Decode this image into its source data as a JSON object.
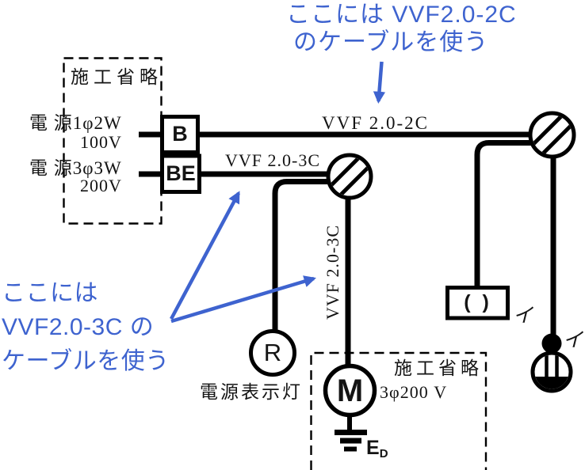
{
  "annotation_color": "#3e63cf",
  "annotations": {
    "top": {
      "line1": "ここには VVF2.0-2C",
      "line2": "のケーブルを使う"
    },
    "bottom_left": {
      "line1": "ここには",
      "line2": "VVF2.0-3C の",
      "line3": "ケーブルを使う",
      "all": "ここには\nVVF2.0-3C の\nケーブルを使う"
    }
  },
  "source_panel": {
    "title": "施工省略",
    "source1": {
      "name": "電 源1φ2W",
      "voltage": "100V"
    },
    "source2": {
      "name": "電 源3φ3W",
      "voltage": "200V"
    },
    "breaker": "B",
    "earth_leakage_breaker": "BE"
  },
  "cables": {
    "top_run": "VVF 2.0-2C",
    "left_run": "VVF 2.0-3C",
    "motor_run": "VVF 2.0-3C"
  },
  "devices": {
    "pilot_lamp": {
      "symbol": "R",
      "caption": "電源表示灯"
    },
    "motor_panel": {
      "title": "施工省略",
      "spec": "3φ200 V",
      "symbol": "M"
    },
    "ground": {
      "label": "E",
      "subscript": "D"
    },
    "ceiling_rosette": {
      "symbol": "( )",
      "circuit": "イ"
    },
    "switch": {
      "circuit": "イ"
    }
  }
}
